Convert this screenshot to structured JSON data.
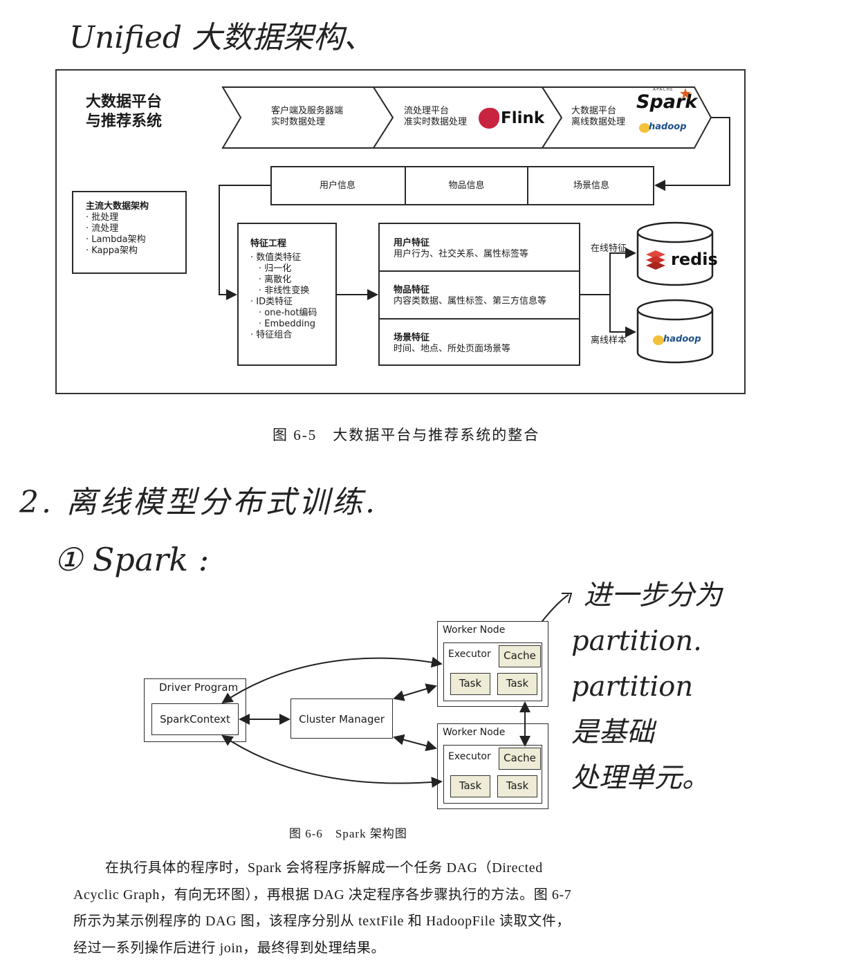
{
  "annotations": {
    "top_note": "Unified 大数据架构、",
    "section_note": "2. 离线模型分布式训练.",
    "sub_note": "① Spark :",
    "side_note": [
      "进一步分为",
      "partition.",
      "partition",
      "是基础",
      "处理单元。"
    ]
  },
  "fig1": {
    "title": [
      "大数据平台",
      "与推荐系统"
    ],
    "chevrons": [
      {
        "line1": "客户端及服务器端",
        "line2": "实时数据处理"
      },
      {
        "line1": "流处理平台",
        "line2": "准实时数据处理",
        "logo": "Flink"
      },
      {
        "line1": "大数据平台",
        "line2": "离线数据处理",
        "logo": "Spark",
        "logo_small": "APACHE",
        "logo2": "hadoop"
      }
    ],
    "info_cells": [
      "用户信息",
      "物品信息",
      "场景信息"
    ],
    "mainstream": {
      "title": "主流大数据架构",
      "items": [
        "· 批处理",
        "· 流处理",
        "· Lambda架构",
        "· Kappa架构"
      ]
    },
    "feature_eng": {
      "title": "特征工程",
      "items": [
        "· 数值类特征",
        "· 归一化",
        "· 离散化",
        "· 非线性变换",
        "· ID类特征",
        "· one-hot编码",
        "· Embedding",
        "· 特征组合"
      ]
    },
    "features": [
      {
        "title": "用户特征",
        "desc": "用户行为、社交关系、属性标签等"
      },
      {
        "title": "物品特征",
        "desc": "内容类数据、属性标签、第三方信息等"
      },
      {
        "title": "场景特征",
        "desc": "时间、地点、所处页面场景等"
      }
    ],
    "online_label": "在线特征",
    "offline_label": "离线样本",
    "redis_label": "redis",
    "hadoop_label": "hadoop",
    "caption": "图 6-5　大数据平台与推荐系统的整合"
  },
  "fig2": {
    "driver": "Driver Program",
    "spark_context": "SparkContext",
    "cluster_manager": "Cluster Manager",
    "workers": [
      {
        "title": "Worker Node",
        "executor": "Executor",
        "cache": "Cache",
        "tasks": [
          "Task",
          "Task"
        ]
      },
      {
        "title": "Worker Node",
        "executor": "Executor",
        "cache": "Cache",
        "tasks": [
          "Task",
          "Task"
        ]
      }
    ],
    "caption": "图 6-6　Spark 架构图"
  },
  "body_text": [
    "在执行具体的程序时，Spark 会将程序拆解成一个任务 DAG（Directed",
    "Acyclic Graph，有向无环图），再根据 DAG 决定程序各步骤执行的方法。图 6-7",
    "所示为某示例程序的 DAG 图，该程序分别从 textFile 和 HadoopFile 读取文件，",
    "经过一系列操作后进行 join，最终得到处理结果。"
  ],
  "colors": {
    "redis_red": "#c8302a",
    "flink_red": "#c8233f",
    "spark_orange": "#e25a1c",
    "hadoop_yellow": "#f3c23a",
    "task_fill": "#eeebd6"
  }
}
